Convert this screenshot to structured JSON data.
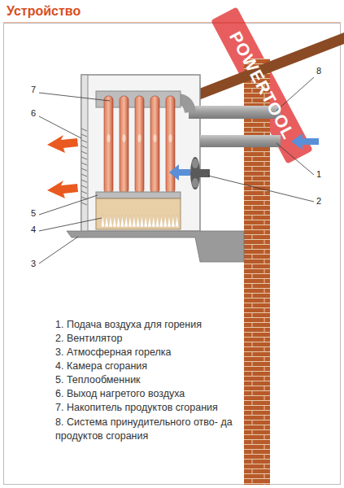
{
  "diagram": {
    "title": "Устройство",
    "labels": [
      "8",
      "7",
      "6",
      "1",
      "2",
      "5",
      "4",
      "3",
      "1. Подача воздуха для горения",
      "2. Вентилятор",
      "3. Атмосферная горелка",
      "4. Камера сгорания",
      "5. Теплообменник",
      "6. Выход нагретого воздуха",
      "7. Накопитель продуктов сгорания",
      "8. Система принудительного отво- да продуктов сгорания",
      "POWERTOOL"
    ]
  }
}
